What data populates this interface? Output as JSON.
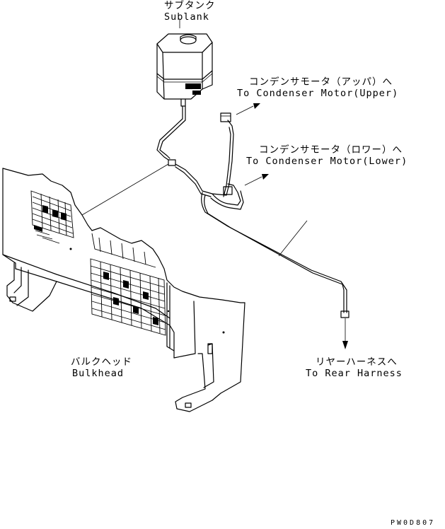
{
  "labels": {
    "subtank_jp": "サブタンク",
    "subtank_en": "Sublank",
    "cond_upper_jp": "コンデンサモータ（アッパ）へ",
    "cond_upper_en": "To Condenser Motor(Upper)",
    "cond_lower_jp": "コンデンサモータ（ロワー）へ",
    "cond_lower_en": "To Condenser Motor(Lower)",
    "bulkhead_jp": "バルクヘッド",
    "bulkhead_en": "Bulkhead",
    "rear_jp": "リヤーハーネスへ",
    "rear_en": "To Rear Harness",
    "drawing_code": "PW0D807"
  }
}
